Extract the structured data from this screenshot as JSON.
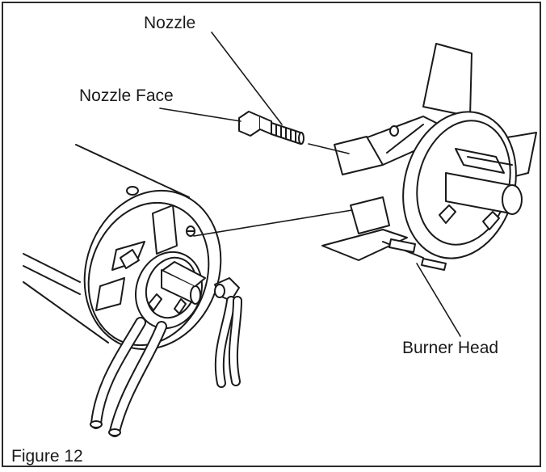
{
  "labels": {
    "nozzle": "Nozzle",
    "nozzle_face": "Nozzle Face",
    "burner_head": "Burner Head"
  },
  "caption": "Figure 12",
  "colors": {
    "line": "#1a1a1a",
    "fill": "#ffffff",
    "shade": "#d9d9d9"
  }
}
